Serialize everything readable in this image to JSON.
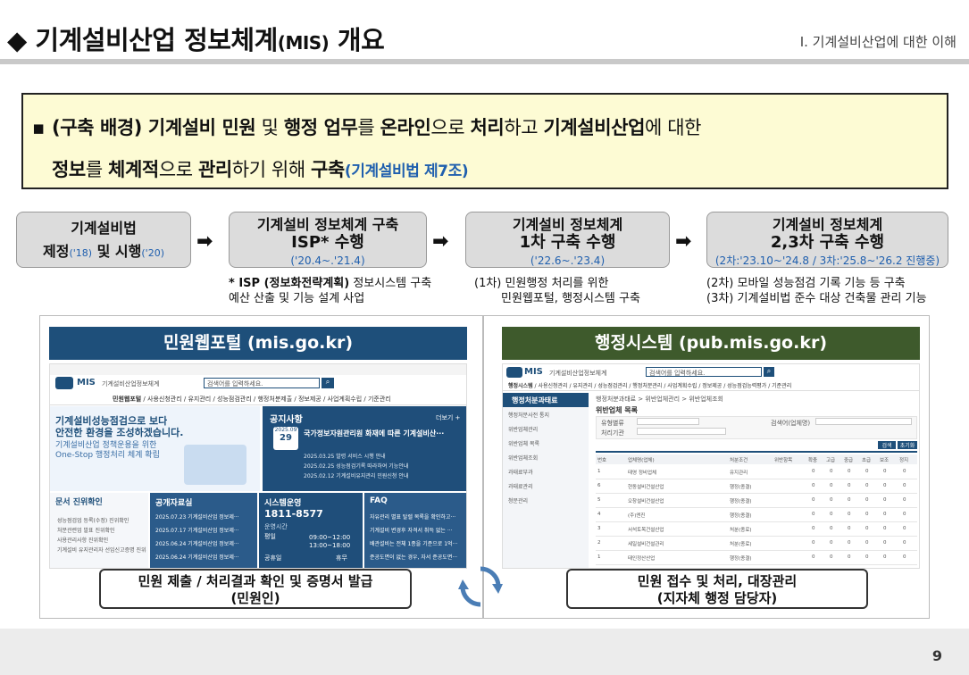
{
  "header": {
    "title_main": "◆ 기계설비산업 정보체계",
    "title_small": "(MIS)",
    "title_end": " 개요",
    "section": "Ⅰ. 기계설비산업에 대한 이해"
  },
  "banner": {
    "bullet": "▪",
    "line1": [
      {
        "t": "(구축 배경) 기계설비 민원",
        "b": true
      },
      {
        "t": " 및 ",
        "b": false
      },
      {
        "t": "행정 업무",
        "b": true
      },
      {
        "t": "를 ",
        "b": false
      },
      {
        "t": "온라인",
        "b": true
      },
      {
        "t": "으로 ",
        "b": false
      },
      {
        "t": "처리",
        "b": true
      },
      {
        "t": "하고 ",
        "b": false
      },
      {
        "t": "기계설비산업",
        "b": true
      },
      {
        "t": "에 대한",
        "b": false
      }
    ],
    "line2": [
      {
        "t": "정보",
        "b": true
      },
      {
        "t": "를 ",
        "b": false
      },
      {
        "t": "체계적",
        "b": true
      },
      {
        "t": "으로 ",
        "b": false
      },
      {
        "t": "관리",
        "b": true
      },
      {
        "t": "하기 위해 ",
        "b": false
      },
      {
        "t": "구축",
        "b": true
      }
    ],
    "law": "(기계설비법 제7조)"
  },
  "flow": [
    {
      "line1": "기계설비법",
      "line2a": "제정",
      "line2a_sub": "('18)",
      "line2b": " 및 시행",
      "line2b_sub": "('20)",
      "sub": ""
    },
    {
      "line1": "기계설비 정보체계 구축",
      "line2a": "ISP* 수행",
      "line2a_sub": "",
      "line2b": "",
      "line2b_sub": "",
      "sub": "('20.4~.'21.4)"
    },
    {
      "line1": "기계설비 정보체계",
      "line2a": "1차 구축 수행",
      "line2a_sub": "",
      "line2b": "",
      "line2b_sub": "",
      "sub": "('22.6~.'23.4)"
    },
    {
      "line1": "기계설비 정보체계",
      "line2a": "2,3차 구축 수행",
      "line2a_sub": "",
      "line2b": "",
      "line2b_sub": "",
      "sub": "(2차:'23.10~'24.8 / 3차:'25.8~'26.2 진행중)"
    }
  ],
  "arrow_glyph": "➡",
  "notes": {
    "isp_a": "* ISP (정보화전략계획)",
    "isp_b": " 정보시스템 구축",
    "isp_c": "예산 산출 및 기능 설계 사업",
    "first_a": "(1차) 민원행정 처리를 위한",
    "first_b": "민원웹포털, 행정시스템 구축",
    "second_a": "(2차) 모바일 성능점검 기록 기능 등 구축",
    "second_b": "(3차) 기계설비법 준수 대상 건축물 관리 기능"
  },
  "portal": {
    "title": "민원웹포털 (mis.go.kr)",
    "caption1": "민원 제출 / 처리결과 확인 및 증명서 발급",
    "caption2": "(민원인)",
    "shot": {
      "logo": "MIS",
      "logo_sub": "기계설비산업정보체계",
      "search_ph": "검색어를 입력하세요.",
      "menu": [
        "민원웹포털",
        "사용신청관리",
        "유지관리",
        "성능점검관리",
        "행정처분제출",
        "정보제공",
        "사업계획수립",
        "기준관리"
      ],
      "hero1": "기계설비성능점검으로 보다",
      "hero2": "안전한 환경을 조성하겠습니다.",
      "hero3": "기계설비산업 정책운용을 위한",
      "hero4": "One-Stop 행정처리 체계 확립",
      "notice_title": "공지사항",
      "notice_more": "더보기 +",
      "notice_date": "2025.09",
      "notice_day": "29",
      "notice_head": "국가정보자원관리원 화재에 따른 기계설비산···",
      "notice_items": [
        "2025.03.25  발령 서비스 시행 안내",
        "2025.02.25  성능점검기록 따라하여 기능안내",
        "2025.02.12  기계설비유지관리 민원신청 안내"
      ],
      "docs_title": "문서 진위확인",
      "docs_items": [
        "성능점검업 등록(수정) 진위확인",
        "처분관련업 발표 진위확인",
        "사용관리사항 진위확인",
        "기계설비 유지관리자 선임신고증명 진위확인"
      ],
      "pub_title": "공개자료실",
      "pub_items": [
        "2025.07.23  기계설비산업 정보제···",
        "2025.07.17  기계설비산업 정보제···",
        "2025.06.24  기계설비산업 정보제···",
        "2025.06.24  기계설비산업 정보제···"
      ],
      "ops_title": "시스템운영",
      "ops_phone": "1811-8577",
      "ops_hours_label": "운영시간",
      "ops_weekday": "평일",
      "ops_time1": "09:00~12:00",
      "ops_time2": "13:00~18:00",
      "ops_holiday": "공휴일",
      "ops_closed": "휴무",
      "faq_title": "FAQ",
      "faq_items": [
        "자유관리 별표 탈렐 목록을 확인하고···",
        "기계설비 변경후 자격서 취득 없는 ···",
        "배관설비는 전체 1종을 기준으로 1억···",
        "준공도면이 없는 경우, 자서 준공도면···"
      ]
    }
  },
  "admin": {
    "title": "행정시스템 (pub.mis.go.kr)",
    "caption1": "민원 접수 및 처리, 대장관리",
    "caption2": "(지자체 행정 담당자)",
    "shot": {
      "logo": "MIS",
      "logo_sub": "기계설비산업정보체계",
      "search_ph": "검색어를 입력하세요.",
      "menu": [
        "행정시스템",
        "사용신청관리",
        "유지관리",
        "성능점검관리",
        "행정처분관리",
        "사업계획수립",
        "정보제공",
        "성능점검능력평가",
        "기준관리"
      ],
      "side_title": "행정처분과태료",
      "side_items": [
        "행정처분사전 통지",
        "위반업체관리",
        "위반업체 목록",
        "위반업체조회",
        "과태료부과",
        "과태료관리",
        "청문관리"
      ],
      "breadcrumb": "행정처분과태료 > 위반업체관리 > 위반업체조회",
      "list_title": "위반업체 목록",
      "filter1": "유형별류",
      "filter2": "처리기관",
      "filter3": "검색어(업체명)",
      "btn_search": "검색",
      "btn_reset": "초기화",
      "columns": [
        "번호",
        "업체명(업체)",
        "처분조건",
        "위반항목",
        "확충",
        "고급",
        "중급",
        "초급",
        "보조",
        "정지"
      ],
      "rows": [
        {
          "no": "1",
          "name": "태영 정비업체",
          "cond": "유지관리",
          "vals": [
            "0",
            "0",
            "0",
            "0",
            "0",
            "0"
          ]
        },
        {
          "no": "6",
          "name": "현동설비건설산업",
          "cond": "행정(종결)",
          "vals": [
            "0",
            "0",
            "0",
            "0",
            "0",
            "0"
          ]
        },
        {
          "no": "5",
          "name": "오창설비건설산업",
          "cond": "행정(종결)",
          "vals": [
            "0",
            "0",
            "0",
            "0",
            "0",
            "0"
          ]
        },
        {
          "no": "4",
          "name": "(주)엔진",
          "cond": "행정(종결)",
          "vals": [
            "0",
            "0",
            "0",
            "0",
            "0",
            "0"
          ]
        },
        {
          "no": "3",
          "name": "서석토목건설산업",
          "cond": "처분(종료)",
          "vals": [
            "0",
            "0",
            "0",
            "0",
            "0",
            "0"
          ]
        },
        {
          "no": "2",
          "name": "세일설비건설관리",
          "cond": "처분(종료)",
          "vals": [
            "0",
            "0",
            "0",
            "0",
            "0",
            "0"
          ]
        },
        {
          "no": "1",
          "name": "태인정산산업",
          "cond": "행정(종결)",
          "vals": [
            "0",
            "0",
            "0",
            "0",
            "0",
            "0"
          ]
        }
      ]
    }
  },
  "page_number": "9",
  "colors": {
    "portal_title_bg": "#1e4f7a",
    "admin_title_bg": "#3e5a2c",
    "law_blue": "#1f5fae",
    "banner_bg": "#fdfbd4",
    "cycle_blue": "#4a7db5"
  }
}
